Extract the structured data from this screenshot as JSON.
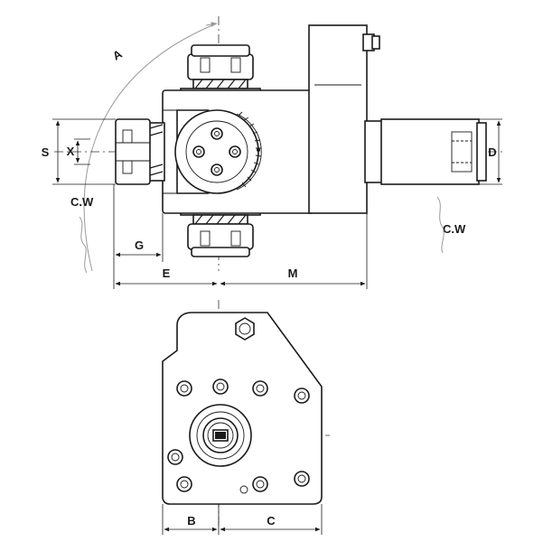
{
  "labels": {
    "A": "A",
    "S": "S",
    "X": "X",
    "D": "D",
    "G": "G",
    "E": "E",
    "M": "M",
    "B": "B",
    "C": "C",
    "cw_left": "C.W",
    "cw_right": "C.W"
  }
}
